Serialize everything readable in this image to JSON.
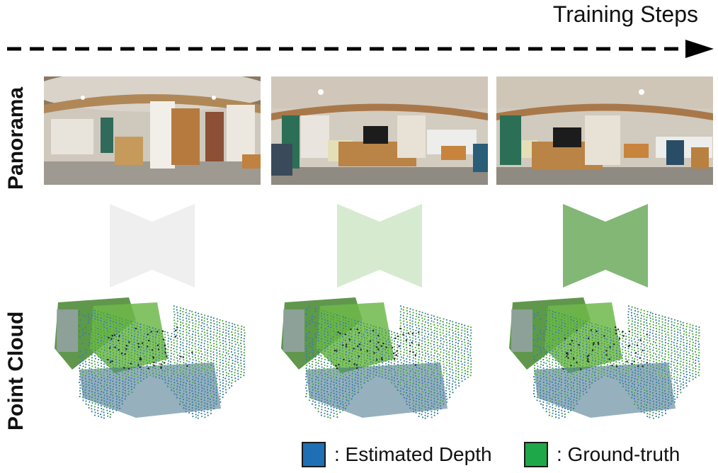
{
  "title": "Training Steps",
  "row_labels": {
    "panorama": "Panorama",
    "point_cloud": "Point Cloud"
  },
  "legend": [
    {
      "label": ": Estimated Depth",
      "color": "#1f6fb4"
    },
    {
      "label": ": Ground-truth",
      "color": "#1fa84a"
    }
  ],
  "bowtie_colors": [
    "#efefef",
    "#d6ead0",
    "#82b775"
  ]
}
